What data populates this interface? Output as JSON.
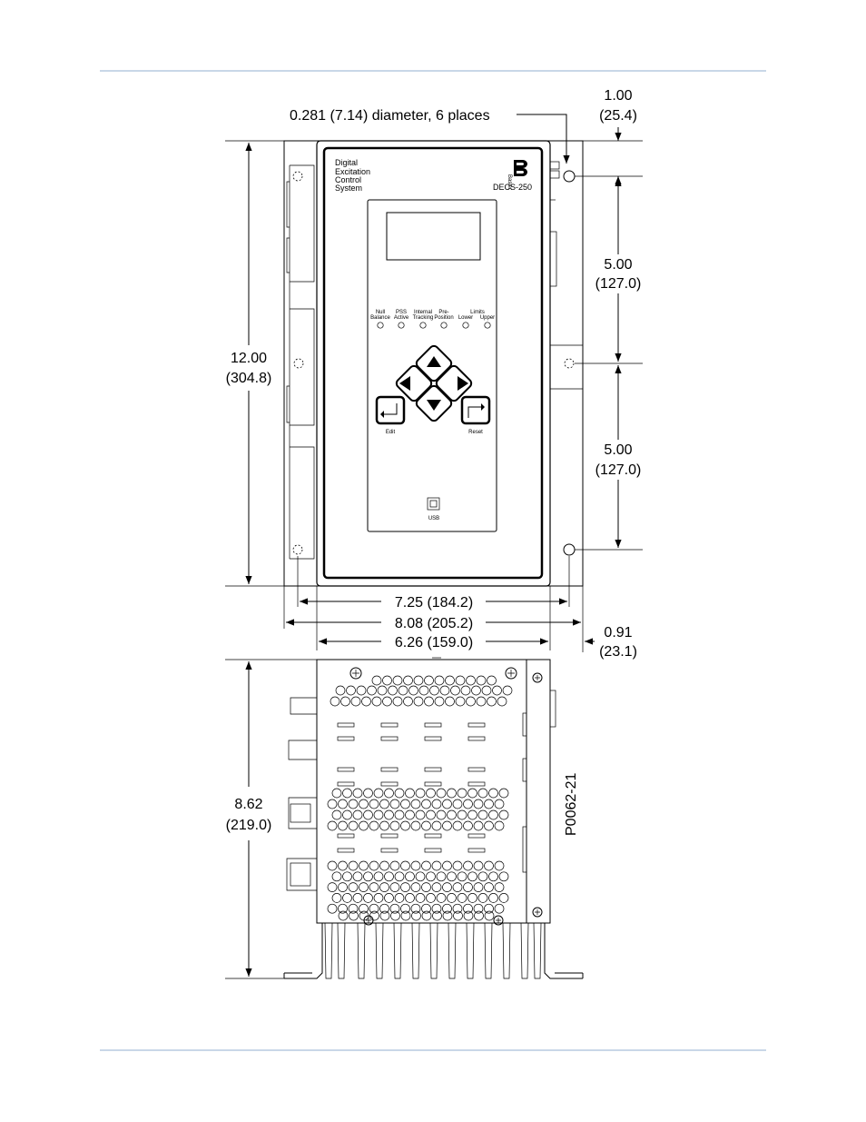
{
  "front_view": {
    "label_lines": [
      "Digital",
      "Excitation",
      "Control",
      "System"
    ],
    "model": "DECS-250",
    "logo_text": "Basler",
    "leds": [
      {
        "line1": "Null",
        "line2": "Balance"
      },
      {
        "line1": "PSS",
        "line2": "Active"
      },
      {
        "line1": "Internal",
        "line2": "Tracking"
      },
      {
        "line1": "Pre-",
        "line2": "Position"
      },
      {
        "line1": "Limits",
        "line2": "Lower"
      },
      {
        "line1": "",
        "line2": "Upper"
      }
    ],
    "edit_label": "Edit",
    "reset_label": "Reset",
    "usb_label": "USB"
  },
  "dimensions": {
    "hole_note": "0.281 (7.14) diameter, 6 places",
    "top_offset": {
      "inch": "1.00",
      "mm": "(25.4)"
    },
    "hole_spacing_upper": {
      "inch": "5.00",
      "mm": "(127.0)"
    },
    "hole_spacing_lower": {
      "inch": "5.00",
      "mm": "(127.0)"
    },
    "height": {
      "inch": "12.00",
      "mm": "(304.8)"
    },
    "hole_width": "7.25 (184.2)",
    "overall_width": "8.08 (205.2)",
    "body_width": "6.26 (159.0)",
    "side_offset": {
      "inch": "0.91",
      "mm": "(23.1)"
    },
    "depth": {
      "inch": "8.62",
      "mm": "(219.0)"
    }
  },
  "figure_id": "P0062-21"
}
